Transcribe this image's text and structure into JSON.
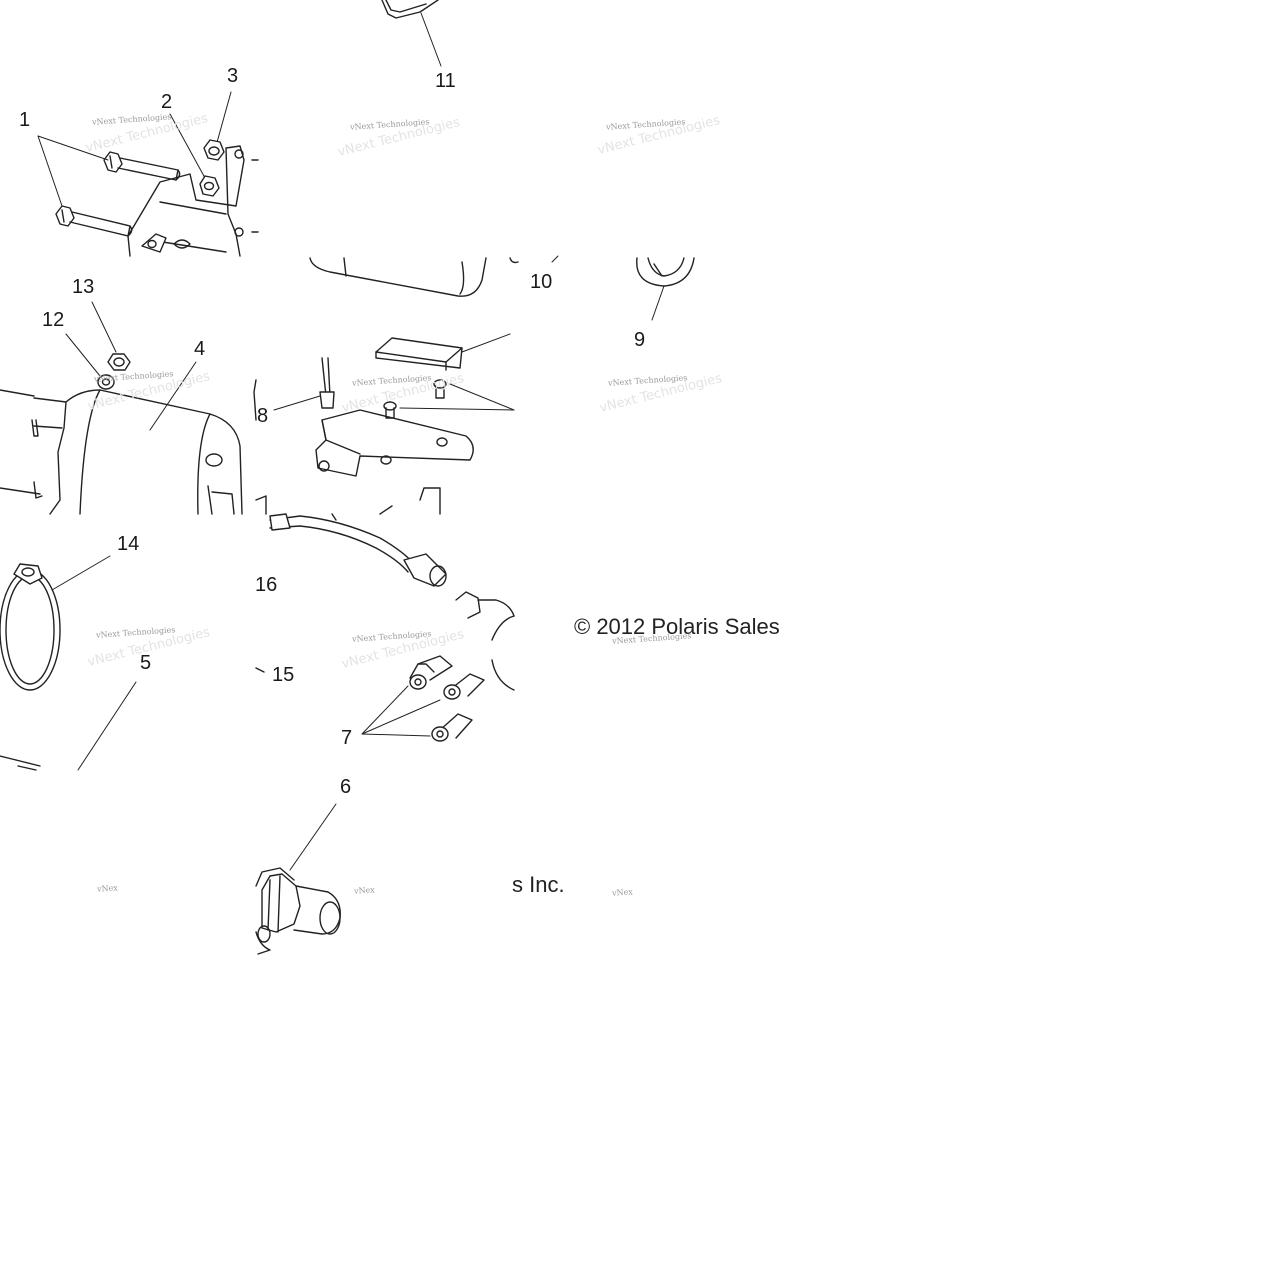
{
  "callouts": {
    "c1": "1",
    "c2": "2",
    "c3": "3",
    "c4": "4",
    "c5": "5",
    "c6": "6",
    "c7": "7",
    "c8": "8",
    "c9": "9",
    "c10": "10",
    "c11": "11",
    "c12": "12",
    "c13": "13",
    "c14": "14",
    "c15": "15",
    "c16": "16"
  },
  "copyright": {
    "line_a": "© 2012 Polaris Sales",
    "line_b": "s Inc."
  },
  "watermark": {
    "text": "vNext Technologies",
    "short": "vNex"
  }
}
